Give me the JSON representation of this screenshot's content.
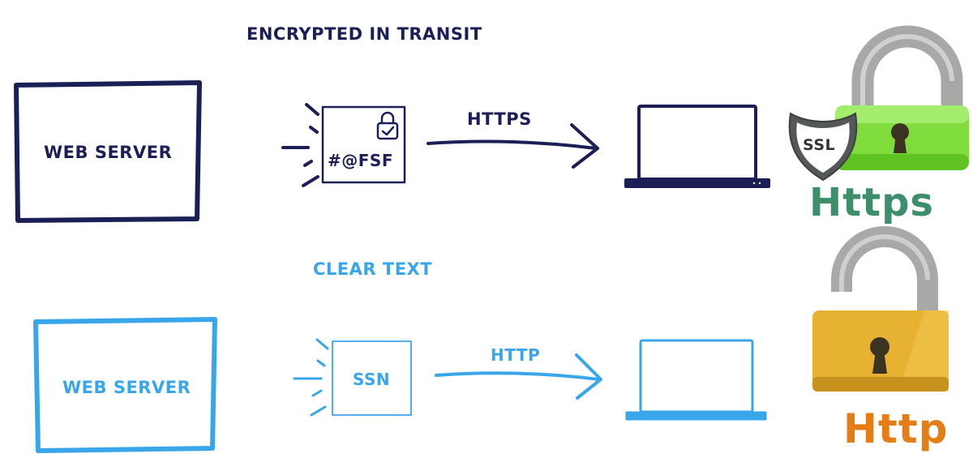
{
  "encrypted": {
    "heading": "ENCRYPTED IN TRANSIT",
    "server_label": "WEB SERVER",
    "packet_text": "#@FSF",
    "protocol_label": "HTTPS",
    "badge": {
      "shield_text": "SSL",
      "protocol_text": "Https"
    }
  },
  "clear": {
    "heading": "CLEAR TEXT",
    "server_label": "WEB SERVER",
    "packet_text": "SSN",
    "protocol_label": "HTTP",
    "badge": {
      "protocol_text": "Http"
    }
  },
  "colors": {
    "dark_ink": "#1c1f55",
    "blue_ink": "#3aa6ea",
    "lock_green": "#7fdc3c",
    "lock_yellow": "#e7b131",
    "https_text": "#3d8f6c",
    "http_text": "#e57d17"
  }
}
